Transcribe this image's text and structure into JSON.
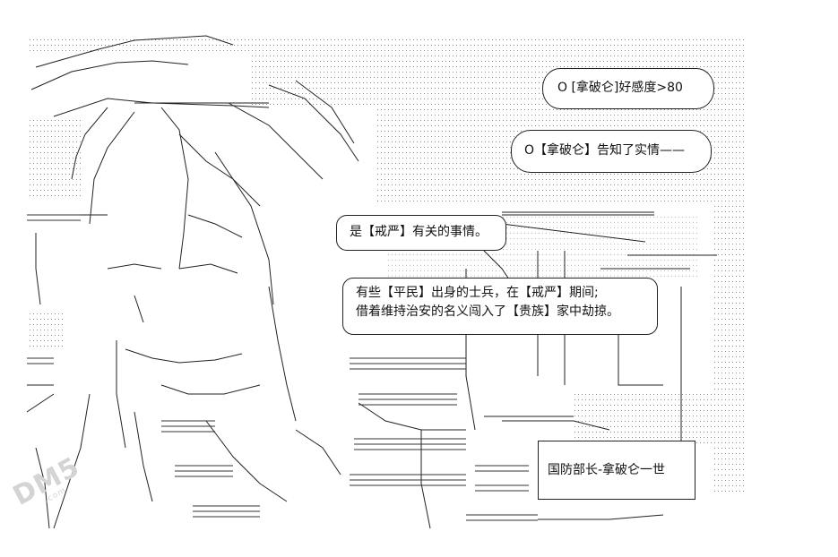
{
  "captions": {
    "affection": "O [拿破仑]好感度>80",
    "told_truth": "O【拿破仑】告知了实情——",
    "about_martial_law": "是【戒严】有关的事情。",
    "soldiers_line1": "有些【平民】出身的士兵，在【戒严】期间;",
    "soldiers_line2": "借着维持治安的名义闯入了【贵族】家中劫掠。",
    "speaker_name": "国防部长-拿破仑一世"
  },
  "watermark": {
    "logo": "DM5",
    "site": ".com"
  }
}
